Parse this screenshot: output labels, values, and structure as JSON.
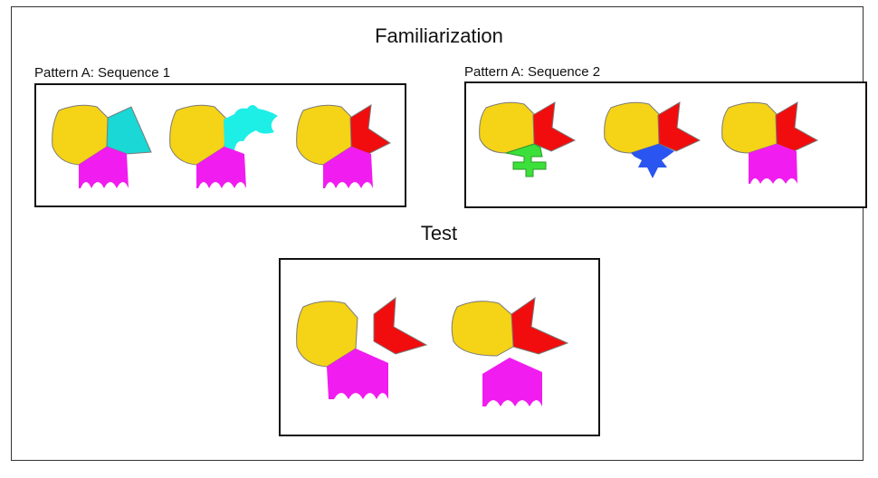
{
  "figure": {
    "title": "Familiarization",
    "test_title": "Test",
    "panels": [
      {
        "label": "Pattern A: Sequence 1"
      },
      {
        "label": "Pattern A: Sequence 2"
      }
    ]
  },
  "colors": {
    "yellow": "#F5D316",
    "cyan": "#19D8D5",
    "aqua": "#1DEEE6",
    "magenta": "#F11CF0",
    "red": "#F10D0D",
    "green": "#3CE03A",
    "blue": "#2A55F0",
    "outline": "#7a7a7a",
    "frame": "#333333"
  }
}
